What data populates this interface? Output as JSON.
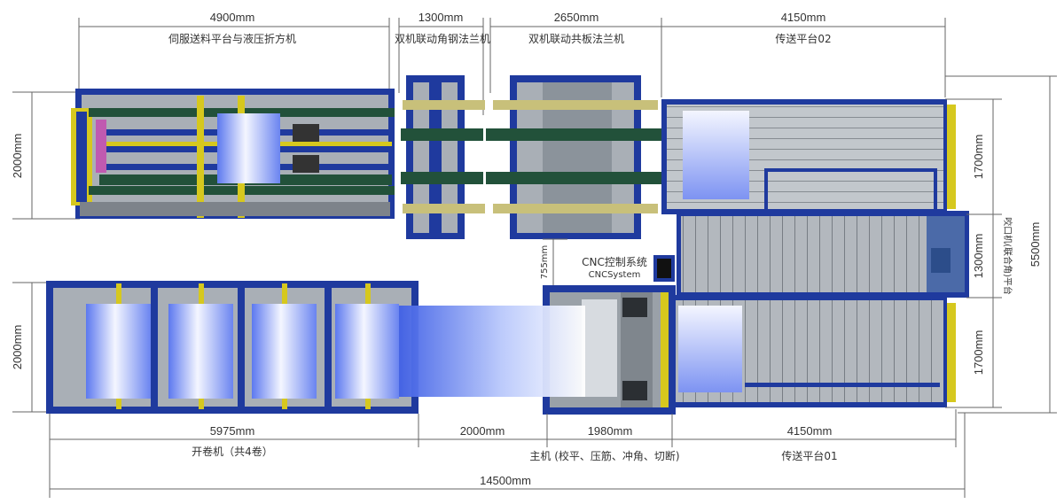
{
  "top_dims": {
    "servo": {
      "length": "4900mm",
      "name": "伺服送料平台与液压折方机"
    },
    "angle": {
      "length": "1300mm",
      "name": "双机联动角钢法兰机"
    },
    "cobond": {
      "length": "2650mm",
      "name": "双机联动共板法兰机"
    },
    "conv02": {
      "length": "4150mm",
      "name": "传送平台02"
    }
  },
  "bottom_dims": {
    "decoiler": {
      "length": "5975mm",
      "name": "开卷机（共4卷）"
    },
    "gap": {
      "length": "2000mm"
    },
    "main": {
      "length": "1980mm",
      "name": "主机 (校平、压筋、冲角、切断)"
    },
    "conv01": {
      "length": "4150mm",
      "name": "传送平台01"
    },
    "total": {
      "length": "14500mm"
    }
  },
  "left_dims": {
    "upper_width": "2000mm",
    "lower_width": "2000mm"
  },
  "right_dims": {
    "conv02_width": "1700mm",
    "seam_width": "1300mm",
    "seam_name": "咬口机(联合角)平台",
    "conv01_width": "1700mm",
    "overall": "5500mm"
  },
  "gap_dim": "755mm",
  "cnc": {
    "label_cn": "CNC控制系统",
    "label_en": "CNCSystem"
  },
  "colors": {
    "frame": "#1f3a9e",
    "deck": "#a9afb6",
    "rail": "#22513a",
    "bar": "#c8c07a",
    "yellow": "#d6c81e",
    "sheet": "#6f86f0"
  }
}
